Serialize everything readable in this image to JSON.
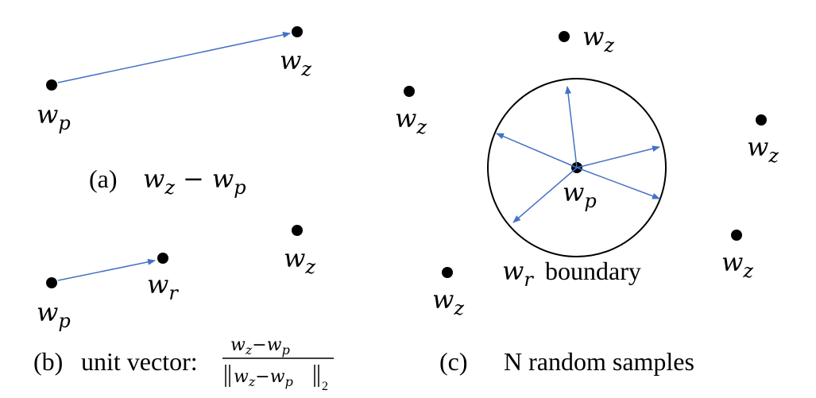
{
  "colors": {
    "arrow": "#4472C4",
    "point": "#000000",
    "text": "#000000",
    "circle": "#000000"
  },
  "symbols": {
    "w": "w",
    "z": "z",
    "p": "p",
    "r": "r"
  },
  "panel_a": {
    "caption_letter": "(a)",
    "minus": "−"
  },
  "panel_b": {
    "caption_letter": "(b)",
    "caption_text": "unit vector:",
    "numerator_minus": "−",
    "norm_subscript": "2"
  },
  "panel_c": {
    "caption_letter": "(c)",
    "caption_text": "N random samples",
    "boundary_text": "boundary"
  }
}
